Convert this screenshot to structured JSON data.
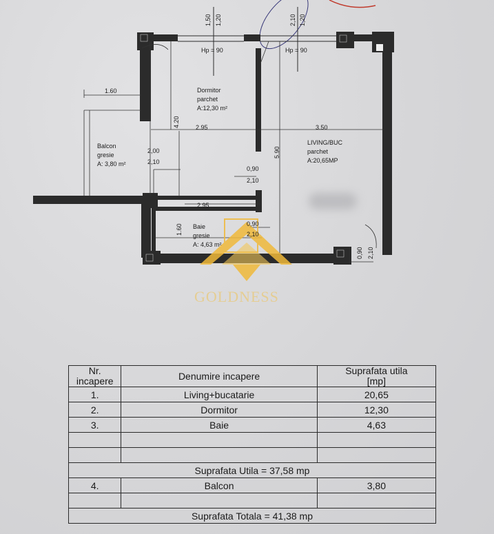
{
  "plan": {
    "rooms": {
      "dormitor": {
        "name": "Dormitor",
        "floor": "parchet",
        "area": "A:12,30 m²"
      },
      "living": {
        "name": "LIVING/BUC",
        "floor": "parchet",
        "area": "A:20,65MP"
      },
      "balcon": {
        "name": "Balcon",
        "floor": "gresie",
        "area": "A: 3,80 m²"
      },
      "baie": {
        "name": "Baie",
        "floor": "gresie",
        "area": "A: 4,63 m²"
      }
    },
    "windows": {
      "dormitor_hp": "Hp = 90",
      "living_hp": "Hp = 90",
      "dormitor_w": "1,50",
      "dormitor_h": "1,20",
      "living_w": "2,10",
      "living_h": "1,20"
    },
    "dims": {
      "balcon_top": "1.60",
      "dormitor_width": "2.95",
      "living_width": "3.50",
      "dormitor_height": "4.20",
      "living_height": "5.90",
      "hall_width": "2.95",
      "baie_height": "1.60",
      "door_balcon_w": "2,00",
      "door_balcon_h": "2,10",
      "door_hall_w": "0,90",
      "door_hall_h": "2,10",
      "door_baie_w": "0,90",
      "door_baie_h": "2,10",
      "door_entry_w": "0,90",
      "door_entry_h": "2,10"
    },
    "watermark": "GOLDNESS"
  },
  "table": {
    "headers": {
      "nr_line1": "Nr.",
      "nr_line2": "incapere",
      "name": "Denumire incapere",
      "area_line1": "Suprafata utila",
      "area_line2": "[mp]"
    },
    "rows": [
      {
        "nr": "1.",
        "name": "Living+bucatarie",
        "area": "20,65"
      },
      {
        "nr": "2.",
        "name": "Dormitor",
        "area": "12,30"
      },
      {
        "nr": "3.",
        "name": "Baie",
        "area": "4,63"
      }
    ],
    "utila_total": "Suprafata Utila = 37,58 mp",
    "balcon_row": {
      "nr": "4.",
      "name": "Balcon",
      "area": "3,80"
    },
    "totala": "Suprafata Totala = 41,38 mp"
  }
}
